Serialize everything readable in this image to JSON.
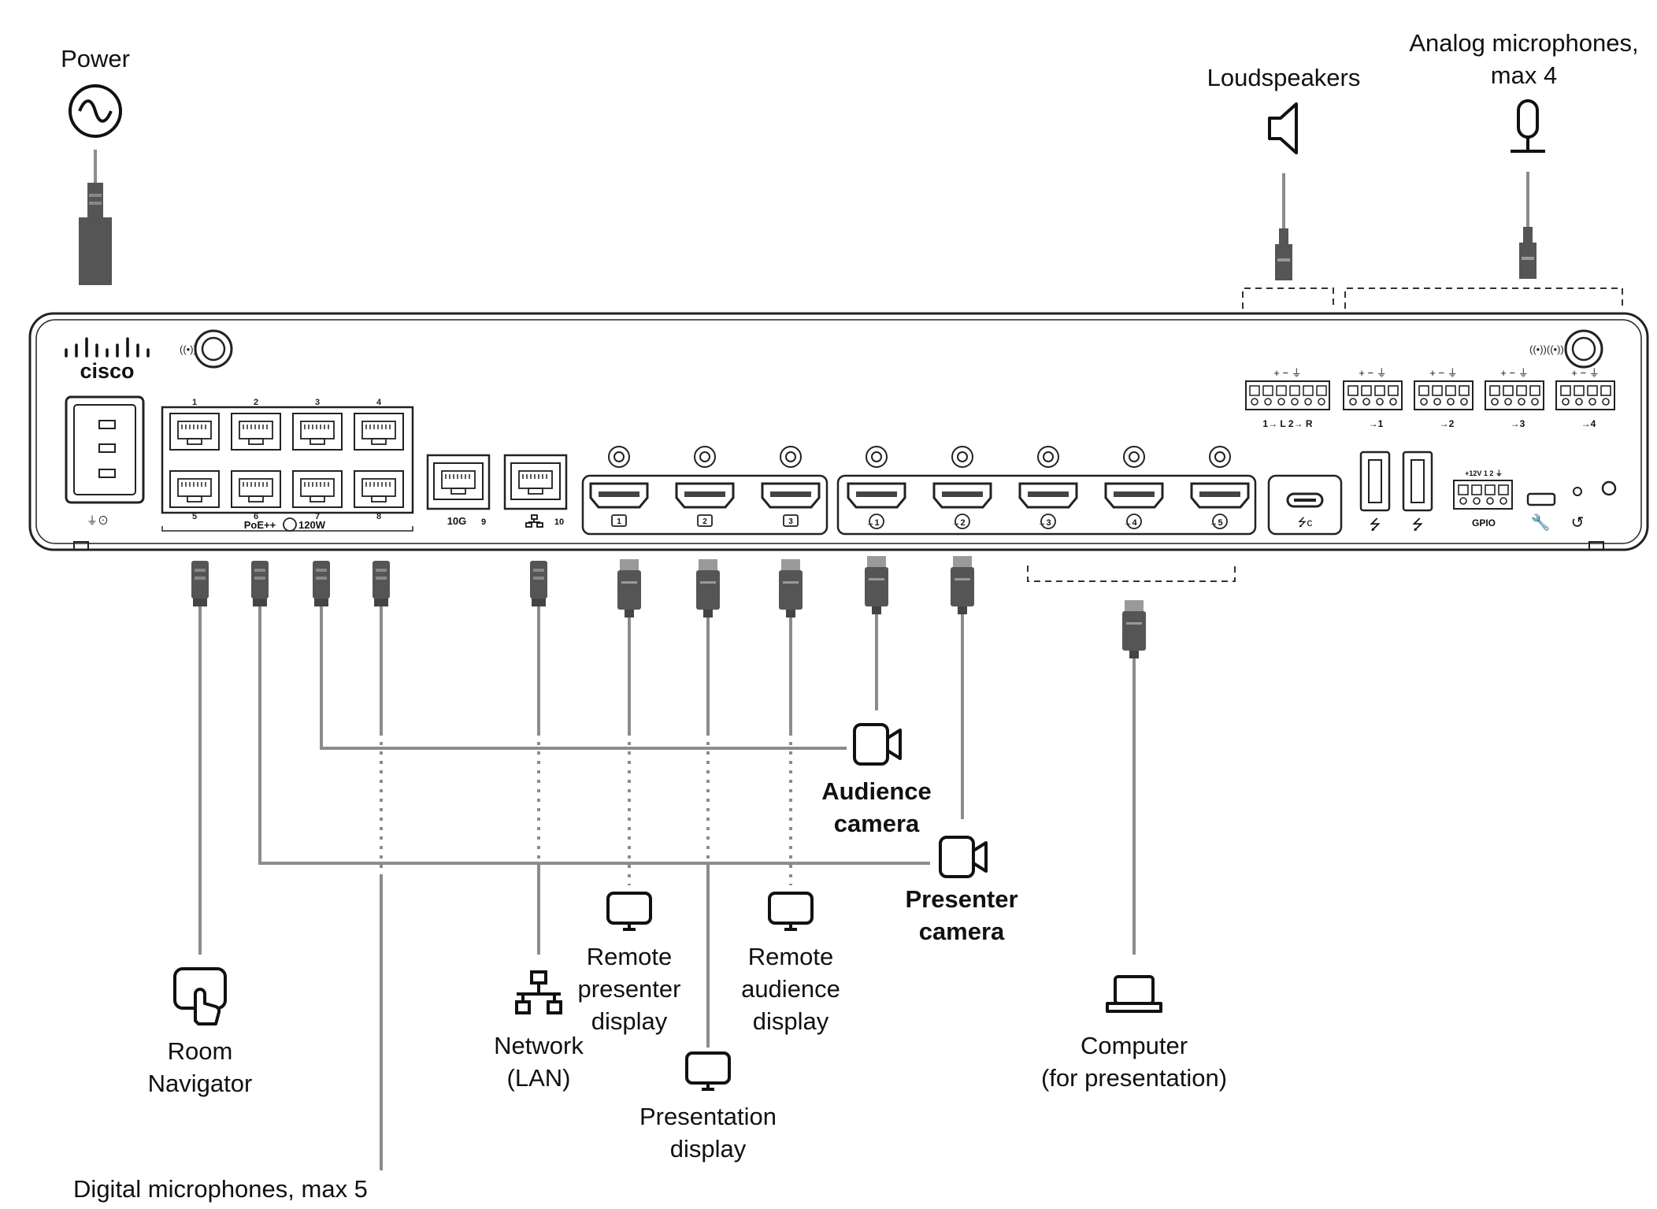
{
  "brand": {
    "name": "cisco"
  },
  "labels": {
    "power": "Power",
    "loudspeakers": "Loudspeakers",
    "analog_mics": [
      "Analog microphones,",
      "max 4"
    ],
    "audience_camera": [
      "Audience",
      "camera"
    ],
    "presenter_camera": [
      "Presenter",
      "camera"
    ],
    "remote_presenter_display": [
      "Remote",
      "presenter",
      "display"
    ],
    "remote_audience_display": [
      "Remote",
      "audience",
      "display"
    ],
    "presentation_display": [
      "Presentation",
      "display"
    ],
    "network": [
      "Network",
      "(LAN)"
    ],
    "room_navigator": [
      "Room",
      "Navigator"
    ],
    "computer": [
      "Computer",
      "(for presentation)"
    ],
    "digital_mics": "Digital microphones, max 5"
  },
  "panel": {
    "rj45_top_numbers": [
      "1",
      "2",
      "3",
      "4"
    ],
    "rj45_bottom_numbers": [
      "5",
      "6",
      "7",
      "8"
    ],
    "poe_label": "PoE++",
    "poe_power": "120W",
    "port_10g": "10G",
    "port_9": "9",
    "port_10": "10",
    "hdmi_out_numbers": [
      "1",
      "2",
      "3"
    ],
    "hdmi_in_numbers": [
      "→1",
      "→2",
      "→3",
      "→4",
      "→5"
    ],
    "mic_inputs": [
      "→1",
      "→2",
      "→3",
      "→4"
    ],
    "speaker_label": "1→ L 2→ R",
    "terminal_marks": "+ − ⏚",
    "gpio_label": "GPIO",
    "gpio_pins": "+12V 1 2 ⏚"
  },
  "icons": [
    "power-icon",
    "loudspeaker-icon",
    "analog-microphone-icon",
    "camera-icon",
    "display-icon",
    "network-icon",
    "touch-panel-icon",
    "laptop-icon",
    "usb-icon",
    "usb-c-icon",
    "wrench-icon",
    "reset-icon",
    "wireless-icon"
  ],
  "colors": {
    "line": "#222222",
    "cable": "#8c8c8c",
    "plug": "#555555"
  }
}
